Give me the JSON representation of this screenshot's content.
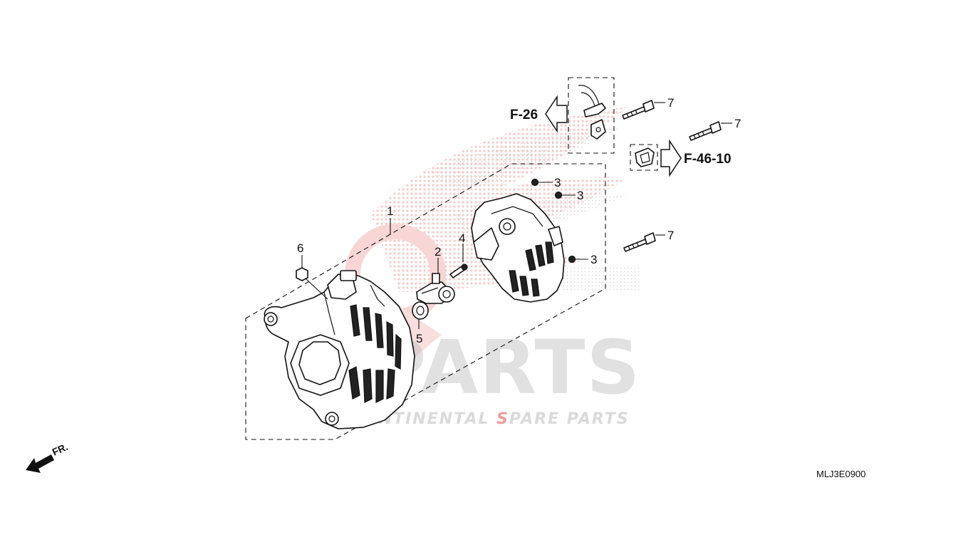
{
  "diagram": {
    "drawing_code": "MLJ3E0900",
    "front_label": "FR.",
    "references": [
      {
        "id": "ref-f26",
        "label": "F-26"
      },
      {
        "id": "ref-f4610",
        "label": "F-46-10"
      }
    ],
    "callouts": [
      {
        "id": "c1",
        "label": "1"
      },
      {
        "id": "c2",
        "label": "2"
      },
      {
        "id": "c3a",
        "label": "3"
      },
      {
        "id": "c3b",
        "label": "3"
      },
      {
        "id": "c3c",
        "label": "3"
      },
      {
        "id": "c4",
        "label": "4"
      },
      {
        "id": "c5",
        "label": "5"
      },
      {
        "id": "c6",
        "label": "6"
      },
      {
        "id": "c7a",
        "label": "7"
      },
      {
        "id": "c7b",
        "label": "7"
      },
      {
        "id": "c7c",
        "label": "7"
      }
    ],
    "watermark": {
      "brand_prefix": "S",
      "brand_main": "PARTS",
      "tagline_prefix": "S",
      "tagline_part1": "CONTINENTAL ",
      "tagline_part2_prefix": "S",
      "tagline_part2": "PARE PARTS"
    },
    "colors": {
      "line": "#111111",
      "watermark_gray": "#bdbdbd",
      "watermark_red": "#e44c4c"
    }
  }
}
